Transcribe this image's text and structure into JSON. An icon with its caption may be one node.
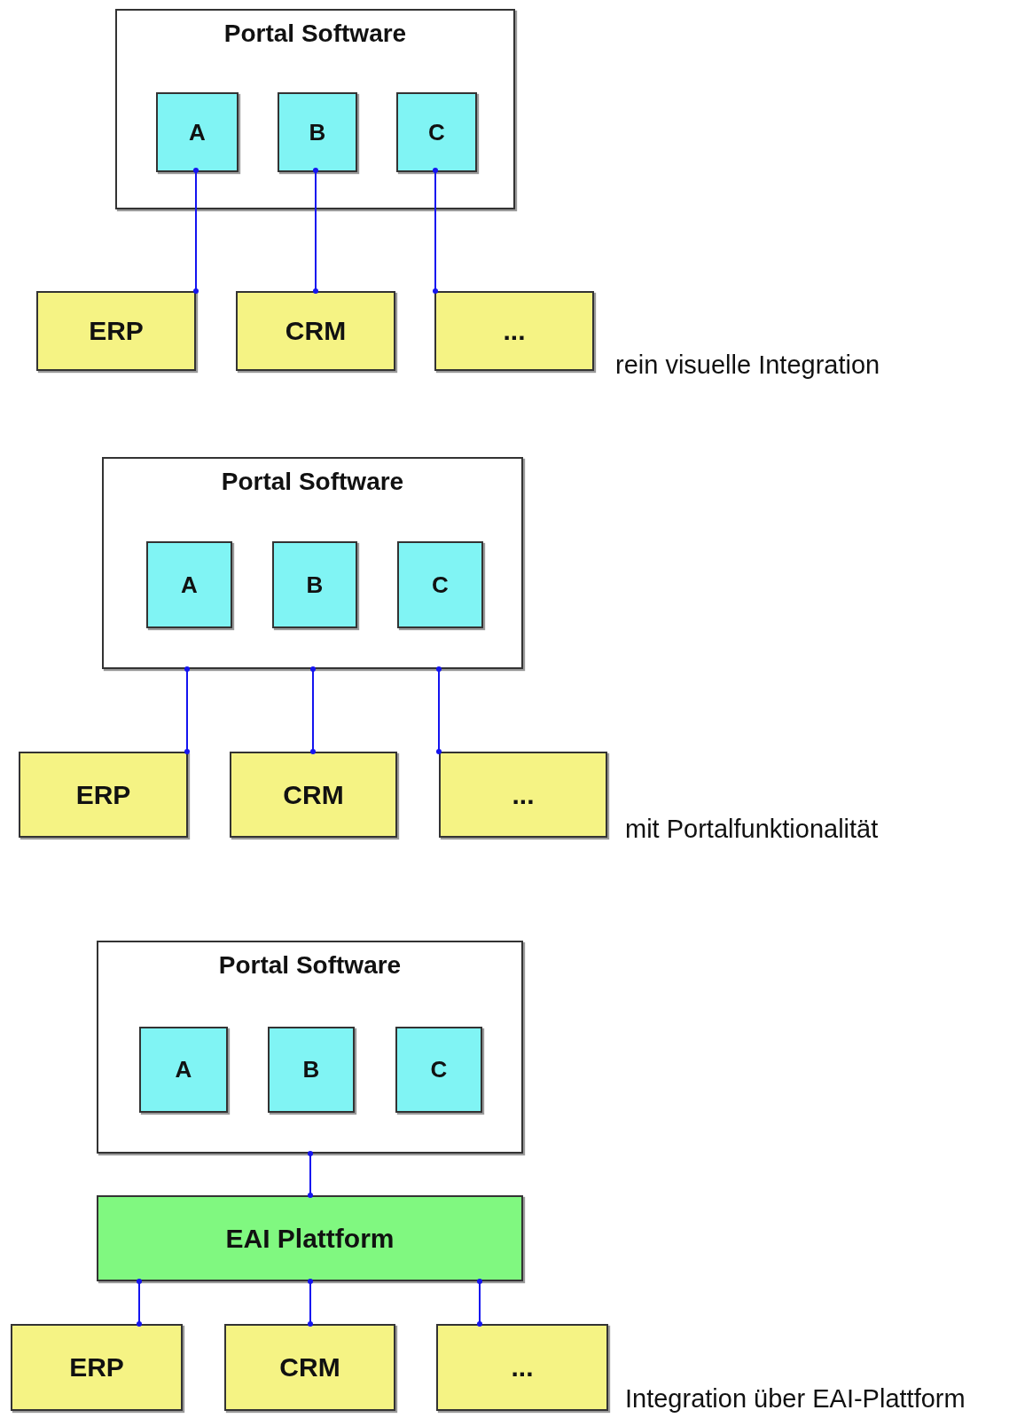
{
  "diagram": {
    "nodes": [
      {
        "text": [
          "Portal Software"
        ]
      },
      {
        "text": [
          "A"
        ],
        "in": 0
      },
      {
        "text": [
          "B"
        ],
        "in": 0
      },
      {
        "text": [
          "C"
        ],
        "in": 0
      },
      {
        "text": [
          "ERP"
        ]
      },
      {
        "text": [
          "CRM"
        ]
      },
      {
        "text": [
          "..."
        ]
      },
      {
        "text": [
          "Portal Software"
        ]
      },
      {
        "text": [
          "A"
        ],
        "in": 7
      },
      {
        "text": [
          "B"
        ],
        "in": 7
      },
      {
        "text": [
          "C"
        ],
        "in": 7
      },
      {
        "text": [
          "ERP"
        ]
      },
      {
        "text": [
          "CRM"
        ]
      },
      {
        "text": [
          "..."
        ]
      },
      {
        "text": [
          "Portal Software"
        ]
      },
      {
        "text": [
          "A"
        ],
        "in": 14
      },
      {
        "text": [
          "B"
        ],
        "in": 14
      },
      {
        "text": [
          "C"
        ],
        "in": 14
      },
      {
        "text": [
          "EAI Plattform"
        ]
      },
      {
        "text": [
          "ERP"
        ]
      },
      {
        "text": [
          "CRM"
        ]
      },
      {
        "text": [
          "..."
        ]
      }
    ],
    "edges": [
      {
        "from": 1,
        "to": 4,
        "arrow": "other"
      },
      {
        "from": 2,
        "to": 5,
        "arrow": "other"
      },
      {
        "from": 3,
        "to": 6,
        "arrow": "other"
      },
      {
        "from": 7,
        "to": 11,
        "arrow": "other"
      },
      {
        "from": 7,
        "to": 12,
        "arrow": "other"
      },
      {
        "from": 7,
        "to": 13,
        "arrow": "other"
      },
      {
        "from": 14,
        "to": 18,
        "arrow": "other"
      },
      {
        "from": 18,
        "to": 19,
        "arrow": "other"
      },
      {
        "from": 18,
        "to": 20,
        "arrow": "other"
      },
      {
        "from": 18,
        "to": 21,
        "arrow": "other"
      }
    ],
    "labels": [
      "rein visuelle Integration",
      "mit Portalfunktionalität",
      "Integration über EAI-Plattform"
    ]
  }
}
